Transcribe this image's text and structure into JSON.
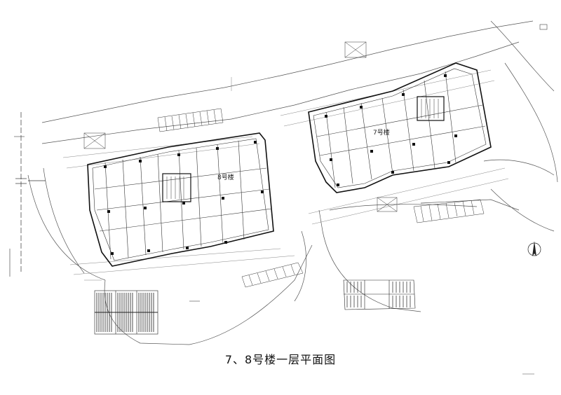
{
  "drawing": {
    "title": "7、8号楼一层平面图",
    "building_8_label": "8号楼",
    "building_7_label": "7号楼"
  }
}
